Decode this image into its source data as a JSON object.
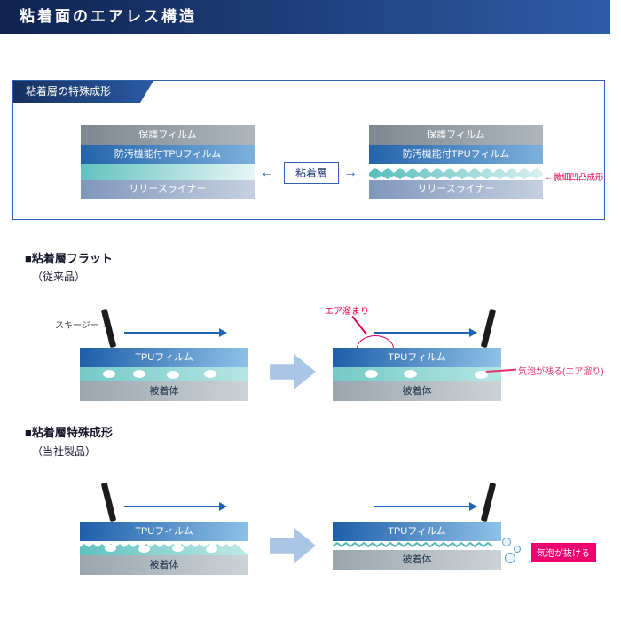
{
  "colors": {
    "header_navy_dark": "#0f2350",
    "header_navy_light": "#2e5ca8",
    "accent_blue": "#2f63ad",
    "arrow_blue": "#1e64b0",
    "block_arrow_blue": "#a9c6e6",
    "annotation_red": "#e60044",
    "annotation_pink": "#e5316f",
    "note_box_pink": "#f0006e"
  },
  "header": {
    "title": "粘着面のエアレス構造"
  },
  "panel": {
    "tab_label": "粘着層の特殊成形",
    "left_stack": {
      "layer1": "保護フィルム",
      "layer2": "防汚機能付TPUフィルム",
      "layer4": "リリースライナー"
    },
    "right_stack": {
      "layer1": "保護フィルム",
      "layer2": "防汚機能付TPUフィルム",
      "layer4": "リリースライナー"
    },
    "center_label": "粘着層",
    "arrow_left_glyph": "←",
    "arrow_right_glyph": "→",
    "texture_note": "←微細凹凸成形"
  },
  "flat": {
    "title": "■粘着層フラット",
    "subtitle": "（従来品）",
    "squeegee_label": "スキージー →",
    "before": {
      "tpu": "TPUフィルム",
      "substrate": "被着体"
    },
    "after": {
      "tpu": "TPUフィルム",
      "substrate": "被着体",
      "air_pocket": "エア溜まり",
      "residual_note": "気泡が残る(エア溜り)"
    }
  },
  "special": {
    "title": "■粘着層特殊成形",
    "subtitle": "（当社製品）",
    "before": {
      "tpu": "TPUフィルム",
      "substrate": "被着体"
    },
    "after": {
      "tpu": "TPUフィルム",
      "substrate": "被着体",
      "escape_note": "気泡が抜ける"
    }
  }
}
